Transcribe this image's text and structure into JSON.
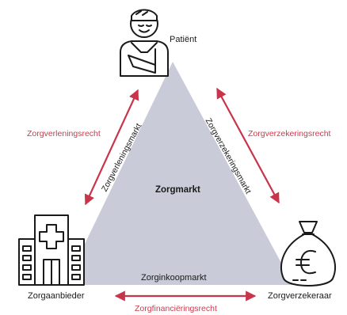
{
  "center_label": "Zorgmarkt",
  "nodes": {
    "patient": "Patiënt",
    "provider": "Zorgaanbieder",
    "insurer": "Zorgverzekeraar"
  },
  "markets": {
    "left_side": "Zorgverleningsmarkt",
    "right_side": "Zorgverzekeringsmarkt",
    "bottom_side": "Zorginkoopmarkt"
  },
  "rights": {
    "left": "Zorgverleningsrecht",
    "right": "Zorgverzekeringsrecht",
    "bottom": "Zorgfinanciëringsrecht"
  },
  "colors": {
    "triangle_fill": "#c9ccd8",
    "arrow": "#c8344a",
    "right_label": "#cc3a4e",
    "icon_stroke": "#1a1a1a"
  },
  "icons": {
    "patient": "patient-with-sling-icon",
    "provider": "hospital-icon",
    "insurer": "euro-money-bag-icon"
  }
}
